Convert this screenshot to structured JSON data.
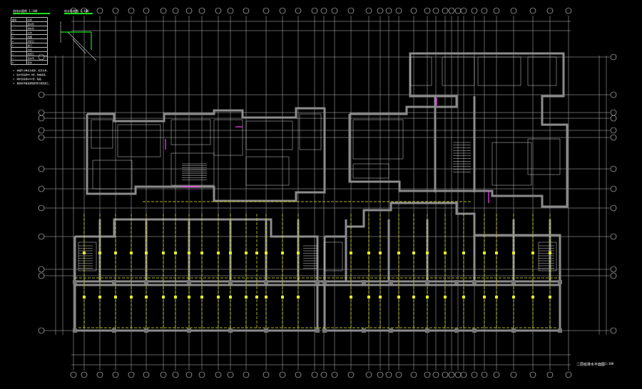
{
  "header": {
    "legend_title": "给排水图例 1:100",
    "riser_title": "给水系统图 1:100"
  },
  "legend": {
    "rows": [
      [
        "图例",
        "名称"
      ],
      [
        "——",
        "给水管"
      ],
      [
        "---",
        "排水管"
      ],
      [
        "○",
        "立管"
      ],
      [
        "◎",
        "地漏"
      ],
      [
        "⊕",
        "清扫口"
      ],
      [
        "▽",
        "阀门"
      ],
      [
        "△",
        "水表"
      ],
      [
        "□",
        "检查口"
      ],
      [
        "◇",
        "存水弯"
      ],
      [
        "▬",
        "套管"
      ]
    ]
  },
  "notes": [
    "1. 本图尺寸单位为毫米，标高为米。",
    "2. 给水管采用PP-R管，热熔连接。",
    "3. 排水管采用UPVC管，粘接。",
    "4. 其他未尽事宜按国家现行规范施工。"
  ],
  "footer": {
    "drawing_title": "二层给排水平面图",
    "scale": "1:100"
  },
  "colors": {
    "background": "#000000",
    "walls": "#8c8c8c",
    "gridlines": "#bdbdbd",
    "pipes": "#e8ef1a",
    "title_bar": "#18e018",
    "accent": "#ff3cff"
  }
}
